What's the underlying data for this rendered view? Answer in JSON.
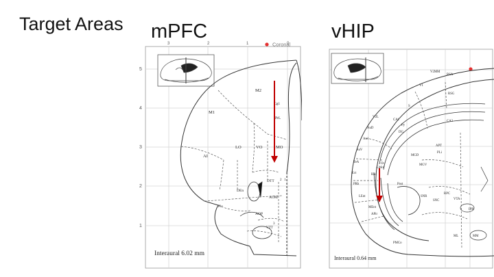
{
  "slide": {
    "title": "Target Areas"
  },
  "panels": [
    {
      "title": "mPFC",
      "coronal_label": "Coronal",
      "top_ruler": [
        "3",
        "2",
        "1",
        "0"
      ],
      "left_ruler": [
        "5",
        "4",
        "3",
        "2",
        "1"
      ],
      "regions": [
        "M2",
        "Cg1",
        "PrL",
        "M1",
        "LO",
        "VO",
        "MO",
        "AI",
        "DTT",
        "DEn",
        "AOM",
        "AOP",
        "Pir",
        "VTT",
        "2",
        "1",
        "3"
      ],
      "interaural": "Interaural 6.02 mm"
    },
    {
      "title": "vHIP",
      "interaural": "Interaural 0.64 mm",
      "regions": [
        "V2MM",
        "RSA",
        "V1",
        "RSG",
        "V2L",
        "S",
        "CA1",
        "CA3",
        "DG",
        "AuD",
        "Au1",
        "AuV",
        "TeA",
        "Ect",
        "PRh",
        "LEnt",
        "MEnt",
        "APir",
        "Post",
        "MGV",
        "MGD",
        "APT",
        "PLi",
        "SNR",
        "SNC",
        "RPC",
        "VTA",
        "IPR",
        "ML",
        "MM",
        "PMCo",
        "Rad",
        "LMol",
        "Or",
        "Py"
      ]
    }
  ],
  "colors": {
    "arrow": "#c00000",
    "coronal_dot": "#e53030",
    "outline": "#333333",
    "grid": "#d4d4d4",
    "ruler": "#555555"
  }
}
